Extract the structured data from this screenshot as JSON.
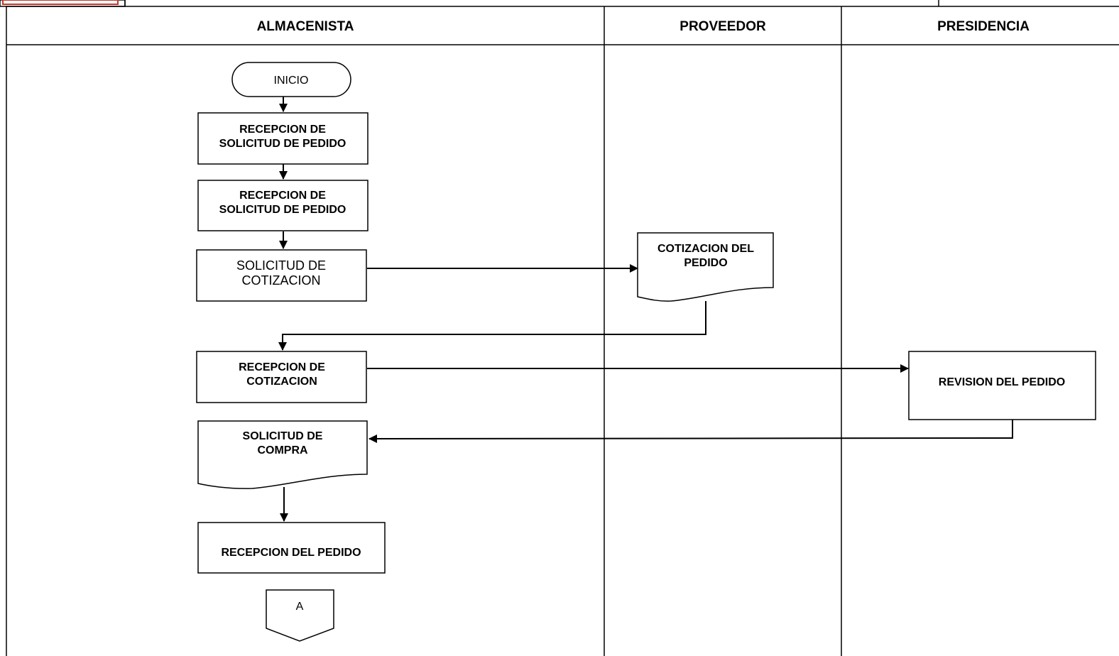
{
  "lanes": [
    {
      "name": "ALMACENISTA"
    },
    {
      "name": "PROVEEDOR"
    },
    {
      "name": "PRESIDENCIA"
    }
  ],
  "nodes": {
    "inicio": {
      "text": "INICIO"
    },
    "recepcion_solicitud_1": {
      "line1": "RECEPCION DE",
      "line2": "SOLICITUD DE PEDIDO"
    },
    "recepcion_solicitud_2": {
      "line1": "RECEPCION DE",
      "line2": "SOLICITUD DE PEDIDO"
    },
    "solicitud_cotizacion": {
      "line1": "SOLICITUD DE",
      "line2": "COTIZACION"
    },
    "cotizacion_pedido": {
      "line1": "COTIZACION DEL",
      "line2": "PEDIDO"
    },
    "recepcion_cotizacion": {
      "line1": "RECEPCION DE",
      "line2": "COTIZACION"
    },
    "revision_pedido": {
      "text": "REVISION DEL PEDIDO"
    },
    "solicitud_compra": {
      "line1": "SOLICITUD DE",
      "line2": "COMPRA"
    },
    "recepcion_pedido": {
      "text": "RECEPCION DEL PEDIDO"
    },
    "connector_a": {
      "text": "A"
    }
  },
  "colors": {
    "line": "#000000",
    "logo_border": "#c0392b"
  }
}
